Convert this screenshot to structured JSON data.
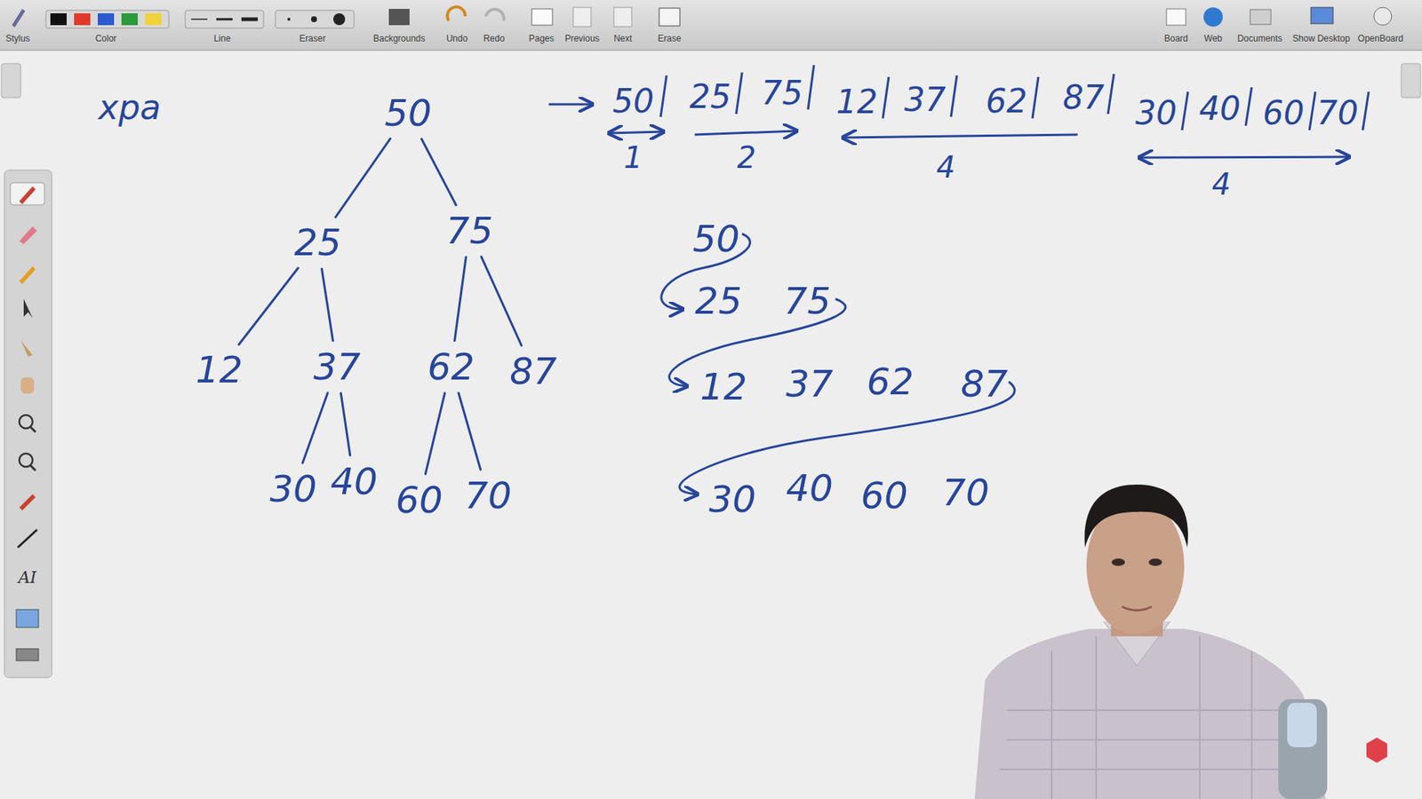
{
  "diagram": {
    "nodes": [
      {
        "text": [
          "50"
        ]
      },
      {
        "text": [
          "25"
        ]
      },
      {
        "text": [
          "75"
        ]
      },
      {
        "text": [
          "12"
        ]
      },
      {
        "text": [
          "37"
        ]
      },
      {
        "text": [
          "62"
        ]
      },
      {
        "text": [
          "87"
        ]
      },
      {
        "text": [
          "30"
        ]
      },
      {
        "text": [
          "40"
        ]
      },
      {
        "text": [
          "60"
        ]
      },
      {
        "text": [
          "70"
        ]
      }
    ],
    "edges": [
      {
        "from": 0,
        "to": 1,
        "arrow": "none"
      },
      {
        "from": 0,
        "to": 2,
        "arrow": "none"
      },
      {
        "from": 1,
        "to": 3,
        "arrow": "none"
      },
      {
        "from": 1,
        "to": 4,
        "arrow": "none"
      },
      {
        "from": 2,
        "to": 5,
        "arrow": "none"
      },
      {
        "from": 2,
        "to": 6,
        "arrow": "none"
      },
      {
        "from": 4,
        "to": 7,
        "arrow": "none"
      },
      {
        "from": 4,
        "to": 8,
        "arrow": "none"
      },
      {
        "from": 5,
        "to": 9,
        "arrow": "none"
      },
      {
        "from": 5,
        "to": 10,
        "arrow": "none"
      }
    ],
    "labels": [
      "xpa",
      "Stylus",
      "Color",
      "Line",
      "Eraser",
      "Backgrounds",
      "Undo",
      "Redo",
      "Pages",
      "Previous",
      "Next",
      "Erase",
      "Board",
      "Web",
      "Documents",
      "Show Desktop",
      "OpenBoard",
      "AI",
      "50",
      "25",
      "75",
      "12",
      "37",
      "62",
      "87",
      "30",
      "40",
      "60",
      "70",
      "1",
      "2",
      "4",
      "4",
      "50",
      "25",
      "75",
      "12",
      "37",
      "62",
      "87",
      "30",
      "40",
      "60",
      "70"
    ]
  }
}
